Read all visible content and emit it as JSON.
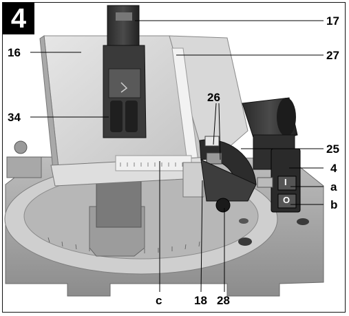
{
  "figure": {
    "number": "4",
    "callouts": {
      "c16": "16",
      "c17": "17",
      "c27": "27",
      "c34": "34",
      "c26": "26",
      "c25": "25",
      "c4": "4",
      "ca": "a",
      "cb": "b",
      "cc": "c",
      "c18": "18",
      "c28": "28"
    },
    "switch_symbols": {
      "on": "I",
      "off": "O"
    }
  }
}
